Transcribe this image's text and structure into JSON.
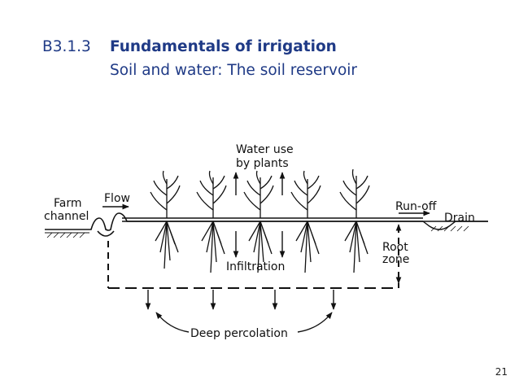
{
  "slide": {
    "section_number": "B3.1.3",
    "title": "Fundamentals of irrigation",
    "subtitle": "Soil and water: The soil reservoir",
    "page_number": "21"
  },
  "diagram": {
    "labels": {
      "water_use": [
        "Water use",
        "by plants"
      ],
      "farm_channel": [
        "Farm",
        "channel"
      ],
      "flow": "Flow",
      "run_off": "Run-off",
      "drain": "Drain",
      "root_zone": [
        "Root",
        "zone"
      ],
      "infiltration": "Infiltration",
      "deep_percolation": "Deep percolation"
    }
  }
}
